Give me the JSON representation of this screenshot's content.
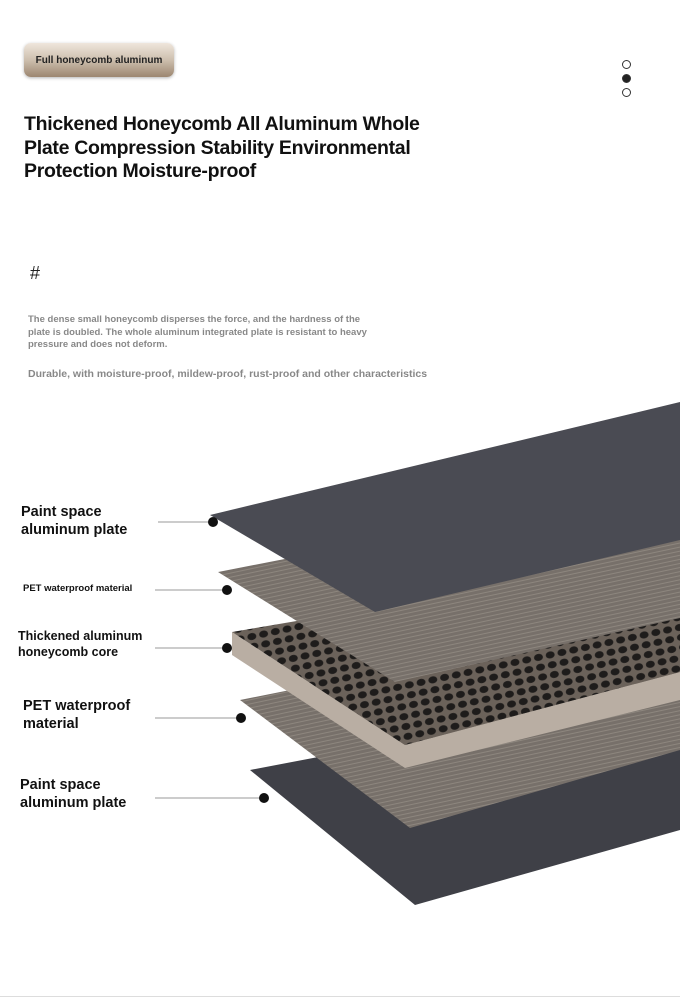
{
  "badge": "Full honeycomb aluminum",
  "carousel": {
    "count": 3,
    "active_index": 1
  },
  "title": "Thickened Honeycomb All Aluminum Whole Plate Compression Stability Environmental Protection Moisture-proof",
  "hash": "#",
  "description": "The dense small honeycomb disperses the force, and the hardness of the plate is doubled. The whole aluminum integrated plate is resistant to heavy pressure and does not deform.",
  "features": "Durable, with moisture-proof, mildew-proof, rust-proof and other characteristics",
  "layers": [
    {
      "label": "Paint space aluminum plate"
    },
    {
      "label": "PET waterproof material"
    },
    {
      "label": "Thickened aluminum honeycomb core"
    },
    {
      "label": "PET waterproof material"
    },
    {
      "label": "Paint space aluminum plate"
    }
  ],
  "colors": {
    "plate": "#4a4b53",
    "pet": "#77706a",
    "core": "#2b2928",
    "core_side": "#b9aea3"
  }
}
